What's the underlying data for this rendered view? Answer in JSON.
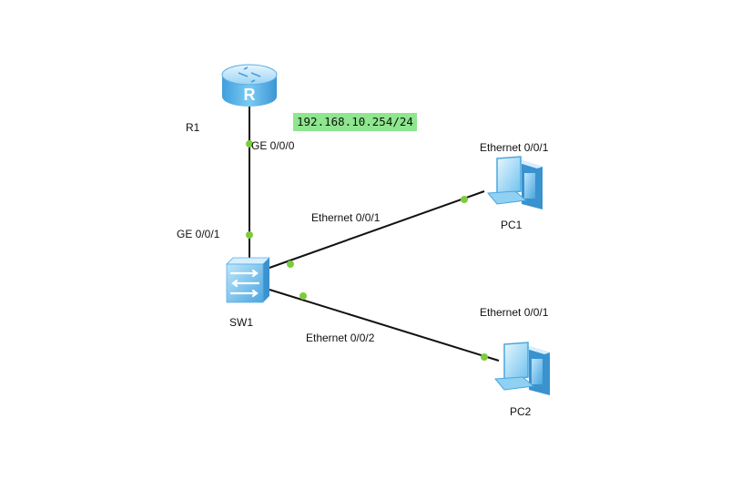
{
  "devices": {
    "router": {
      "name": "R1",
      "icon": "router-icon"
    },
    "switch": {
      "name": "SW1",
      "icon": "switch-icon"
    },
    "pc1": {
      "name": "PC1",
      "icon": "pc-icon"
    },
    "pc2": {
      "name": "PC2",
      "icon": "pc-icon"
    }
  },
  "ports": {
    "r1_ge": "GE 0/0/0",
    "sw1_ge": "GE 0/0/1",
    "sw1_eth1": "Ethernet 0/0/1",
    "sw1_eth2": "Ethernet 0/0/2",
    "pc1_eth": "Ethernet 0/0/1",
    "pc2_eth": "Ethernet 0/0/1"
  },
  "ip_annotation": "192.168.10.254/24",
  "colors": {
    "link": "#111111",
    "port_dot": "#7dcc3c",
    "ip_bg": "#8ee68e",
    "device_blue": "#5ab4e8"
  }
}
